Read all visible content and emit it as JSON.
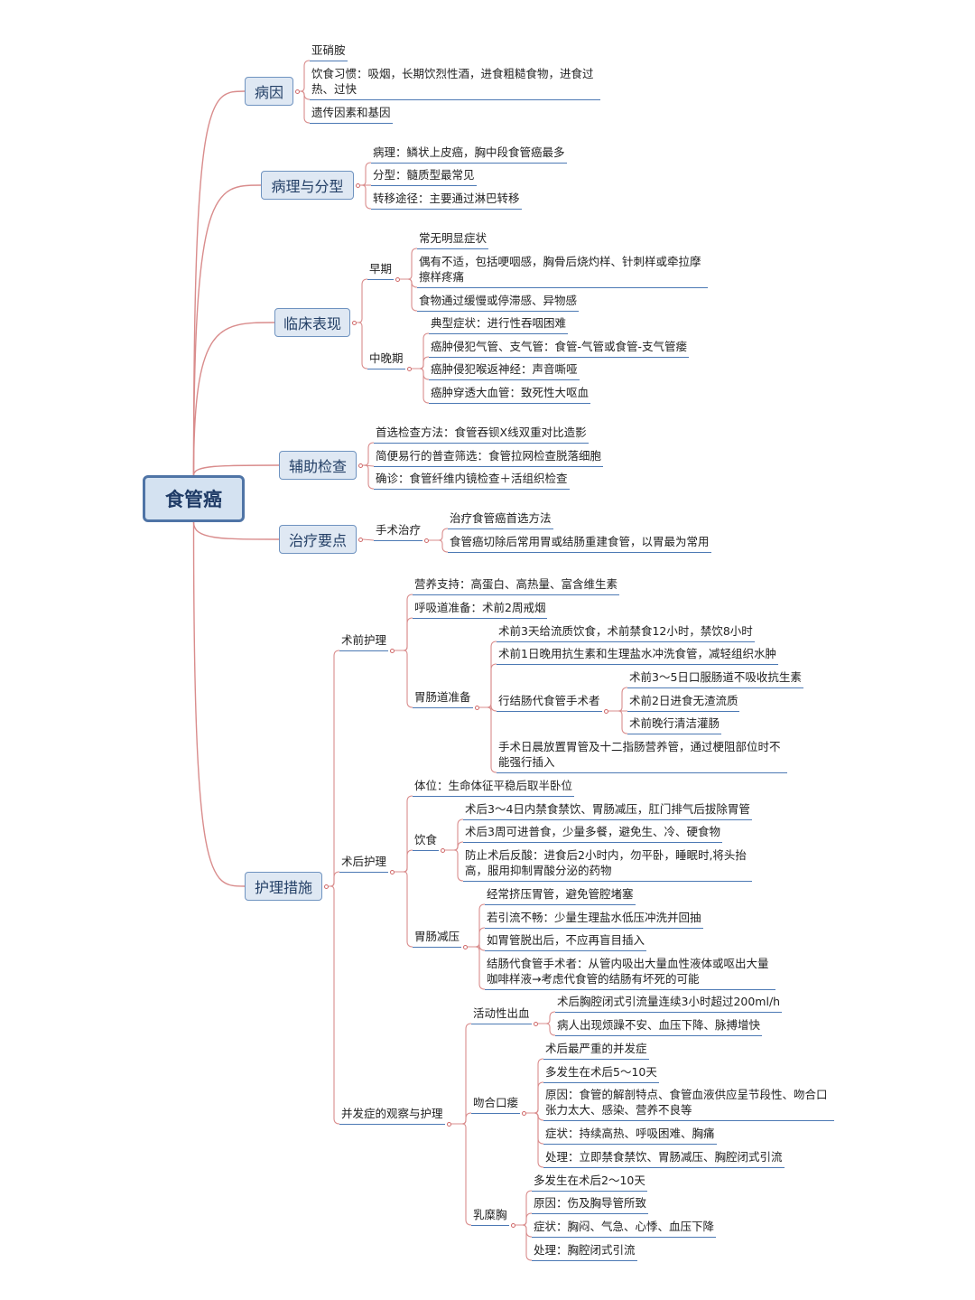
{
  "root": "食管癌",
  "cause": {
    "title": "病因",
    "items": [
      "亚硝胺",
      "饮食习惯：吸烟，长期饮烈性酒，进食粗糙食物，进食过热、过快",
      "遗传因素和基因"
    ]
  },
  "pathology": {
    "title": "病理与分型",
    "items": [
      "病理：鳞状上皮癌，胸中段食管癌最多",
      "分型：髓质型最常见",
      "转移途径：主要通过淋巴转移"
    ]
  },
  "clinical": {
    "title": "临床表现",
    "early": {
      "label": "早期",
      "items": [
        "常无明显症状",
        "偶有不适，包括哽咽感，胸骨后烧灼样、针刺样或牵拉摩擦样疼痛",
        "食物通过缓慢或停滞感、异物感"
      ]
    },
    "late": {
      "label": "中晚期",
      "items": [
        "典型症状：进行性吞咽困难",
        "癌肿侵犯气管、支气管：食管-气管或食管-支气管瘘",
        "癌肿侵犯喉返神经：声音嘶哑",
        "癌肿穿透大血管：致死性大呕血"
      ]
    }
  },
  "exam": {
    "title": "辅助检查",
    "items": [
      "首选检查方法：食管吞钡X线双重对比造影",
      "简便易行的普查筛选：食管拉网检查脱落细胞",
      "确诊：食管纤维内镜检查＋活组织检查"
    ]
  },
  "treatment": {
    "title": "治疗要点",
    "surgery": {
      "label": "手术治疗",
      "items": [
        "治疗食管癌首选方法",
        "食管癌切除后常用胃或结肠重建食管，以胃最为常用"
      ]
    }
  },
  "nursing": {
    "title": "护理措施",
    "pre": {
      "label": "术前护理",
      "nutrition": "营养支持：高蛋白、高热量、富含维生素",
      "respiratory": "呼吸道准备：术前2周戒烟",
      "gi": {
        "label": "胃肠道准备",
        "a": "术前3天给流质饮食，术前禁食12小时，禁饮8小时",
        "b": "术前1日晚用抗生素和生理盐水冲洗食管，减轻组织水肿",
        "colon": {
          "label": "行结肠代食管手术者",
          "items": [
            "术前3～5日口服肠道不吸收抗生素",
            "术前2日进食无渣流质",
            "术前晚行清洁灌肠"
          ]
        },
        "c": "手术日晨放置胃管及十二指肠营养管，通过梗阻部位时不能强行插入"
      }
    },
    "post": {
      "label": "术后护理",
      "position": "体位：生命体征平稳后取半卧位",
      "diet": {
        "label": "饮食",
        "items": [
          "术后3～4日内禁食禁饮、胃肠减压，肛门排气后拔除胃管",
          "术后3周可进普食，少量多餐，避免生、冷、硬食物",
          "防止术后反酸：进食后2小时内，勿平卧，睡眠时,将头抬高，服用抑制胃酸分泌的药物"
        ]
      },
      "decompression": {
        "label": "胃肠减压",
        "items": [
          "经常挤压胃管，避免管腔堵塞",
          "若引流不畅：少量生理盐水低压冲洗并回抽",
          "如胃管脱出后，不应再盲目插入",
          "结肠代食管手术者：从管内吸出大量血性液体或呕出大量咖啡样液→考虑代食管的结肠有坏死的可能"
        ]
      }
    },
    "comp": {
      "label": "并发症的观察与护理",
      "bleeding": {
        "label": "活动性出血",
        "items": [
          "术后胸腔闭式引流量连续3小时超过200ml/h",
          "病人出现烦躁不安、血压下降、脉搏增快"
        ]
      },
      "fistula": {
        "label": "吻合口瘘",
        "items": [
          "术后最严重的并发症",
          "多发生在术后5～10天",
          "原因：食管的解剖特点、食管血液供应呈节段性、吻合口张力太大、感染、营养不良等",
          "症状：持续高热、呼吸困难、胸痛",
          "处理：立即禁食禁饮、胃肠减压、胸腔闭式引流"
        ]
      },
      "chylothorax": {
        "label": "乳糜胸",
        "items": [
          "多发生在术后2～10天",
          "原因：伤及胸导管所致",
          "症状：胸闷、气急、心悸、血压下降",
          "处理：胸腔闭式引流"
        ]
      }
    }
  },
  "colors": {
    "line_main": "#d98c8c",
    "line_sub": "#d98c8c",
    "underline": "#4c79b4",
    "root_fill": "#d4e2f1",
    "root_border": "#4f74a6",
    "main_fill": "#dfe8f3",
    "main_border": "#6f93c0"
  }
}
